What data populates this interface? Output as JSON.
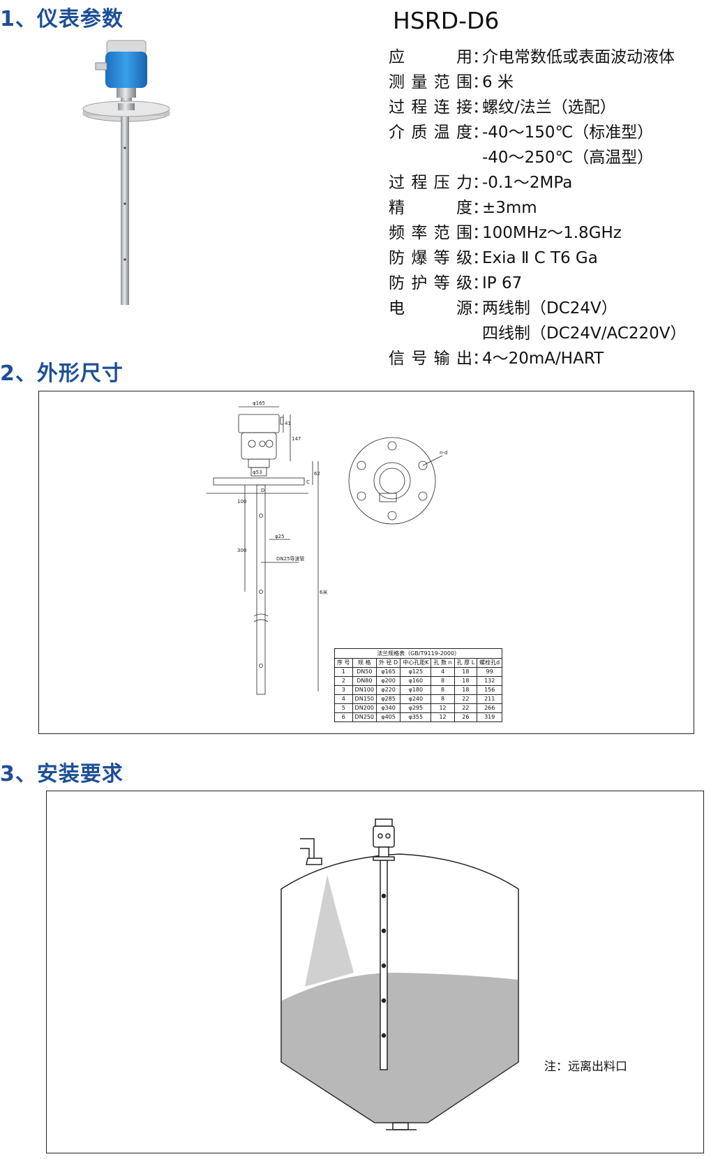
{
  "sections": {
    "params_title": "1、仪表参数",
    "dimensions_title": "2、外形尺寸",
    "install_title": "3、安装要求"
  },
  "product": {
    "model": "HSRD-D6",
    "specs": [
      {
        "label": "应　　用",
        "value": "介电常数低或表面波动液体"
      },
      {
        "label": "测量范围",
        "value": "6 米"
      },
      {
        "label": "过程连接",
        "value": "螺纹/法兰（选配）"
      },
      {
        "label": "介质温度",
        "value": "-40～150℃（标准型）"
      },
      {
        "label": "",
        "value": "-40～250℃（高温型）"
      },
      {
        "label": "过程压力",
        "value": "-0.1～2MPa"
      },
      {
        "label": "精　　度",
        "value": "±3mm"
      },
      {
        "label": "频率范围",
        "value": "100MHz～1.8GHz"
      },
      {
        "label": "防爆等级",
        "value": "Exia  Ⅱ C  T6  Ga"
      },
      {
        "label": "防护等级",
        "value": "IP  67"
      },
      {
        "label": "电　　源",
        "value": "两线制（DC24V）"
      },
      {
        "label": "",
        "value": "四线制（DC24V/AC220V）"
      },
      {
        "label": "信号输出",
        "value": "4～20mA/HART"
      }
    ]
  },
  "drawing": {
    "dim_top": "φ165",
    "dim_41": "41",
    "dim_147": "147",
    "dim_53": "φ53",
    "dim_62": "62",
    "dim_d": "D",
    "dim_c": "C",
    "dim_100": "100",
    "dim_300": "300",
    "dim_phi25": "φ25",
    "dim_dn25": "DN25导波管",
    "dim_6m": "6米",
    "dim_nd": "n-d"
  },
  "flange_table": {
    "caption": "法兰规格表（GB/T9119-2000）",
    "headers": [
      "序 号",
      "规 格",
      "外 径 D",
      "中心孔距K",
      "孔 数 n",
      "孔 厚 L",
      "螺栓孔d"
    ],
    "rows": [
      [
        "1",
        "DN50",
        "φ165",
        "φ125",
        "4",
        "18",
        "99"
      ],
      [
        "2",
        "DN80",
        "φ200",
        "φ160",
        "8",
        "18",
        "132"
      ],
      [
        "3",
        "DN100",
        "φ220",
        "φ180",
        "8",
        "18",
        "156"
      ],
      [
        "4",
        "DN150",
        "φ285",
        "φ240",
        "8",
        "22",
        "211"
      ],
      [
        "5",
        "DN200",
        "φ340",
        "φ295",
        "12",
        "22",
        "266"
      ],
      [
        "6",
        "DN250",
        "φ405",
        "φ355",
        "12",
        "26",
        "319"
      ]
    ]
  },
  "install": {
    "note": "注：远离出料口"
  },
  "colors": {
    "section_title": "#1d4f96",
    "housing_blue": "#2a8ad6",
    "steel": "#c7c9cc",
    "material_gray": "#b8b8b8"
  }
}
